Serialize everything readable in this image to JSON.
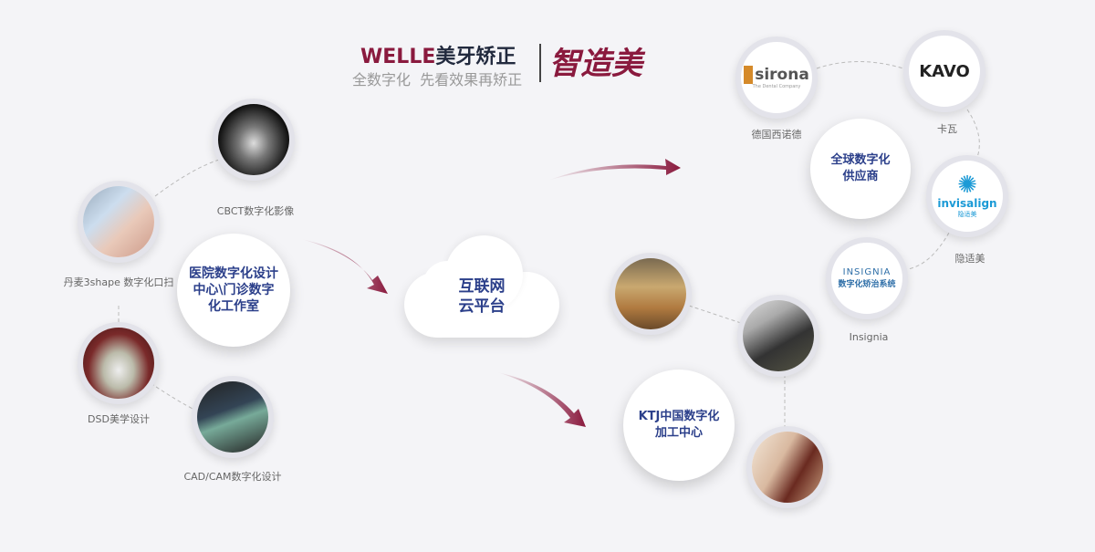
{
  "header": {
    "brand": "WELLE",
    "title": "美牙矫正",
    "subtitle": "全数字化  先看效果再矫正",
    "slogan": "智造美"
  },
  "left": {
    "center": "医院数字化设计中心\\门诊数字化工作室",
    "nodes": [
      {
        "label": "CBCT数字化影像"
      },
      {
        "label": "丹麦3shape 数字化口扫"
      },
      {
        "label": "DSD美学设计"
      },
      {
        "label": "CAD/CAM数字化设计"
      }
    ]
  },
  "cloud": {
    "line1": "互联网",
    "line2": "云平台"
  },
  "suppliers": {
    "center_line1": "全球数字化",
    "center_line2": "供应商",
    "nodes": [
      {
        "label": "德国西诺德",
        "logo": "sirona",
        "logo_sub": "The Dental Company"
      },
      {
        "label": "卡瓦",
        "logo": "KAVO"
      },
      {
        "label": "隐适美",
        "logo": "invisalign",
        "logo_sub": "隐适美"
      },
      {
        "label": "Insignia",
        "logo": "INSIGNIA",
        "logo_sub": "数字化矫治系统"
      }
    ]
  },
  "lab": {
    "center_line1": "KTJ中国数字化",
    "center_line2": "加工中心"
  },
  "colors": {
    "brand": "#8a1a3e",
    "blue": "#2b3f8a",
    "dark": "#222a3e"
  }
}
